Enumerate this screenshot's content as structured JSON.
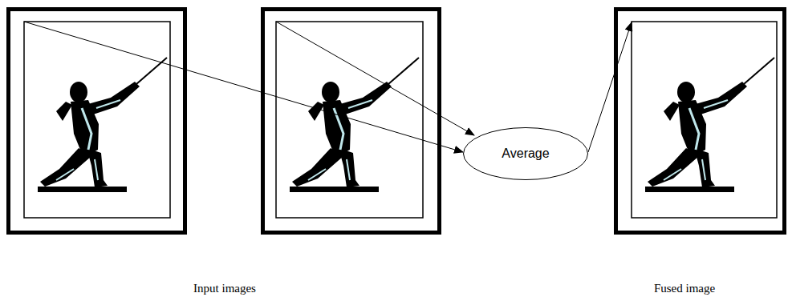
{
  "diagram": {
    "nodes": [
      {
        "text": [
          "Average"
        ]
      }
    ],
    "labels": [
      "Input images",
      "Fused image"
    ]
  }
}
